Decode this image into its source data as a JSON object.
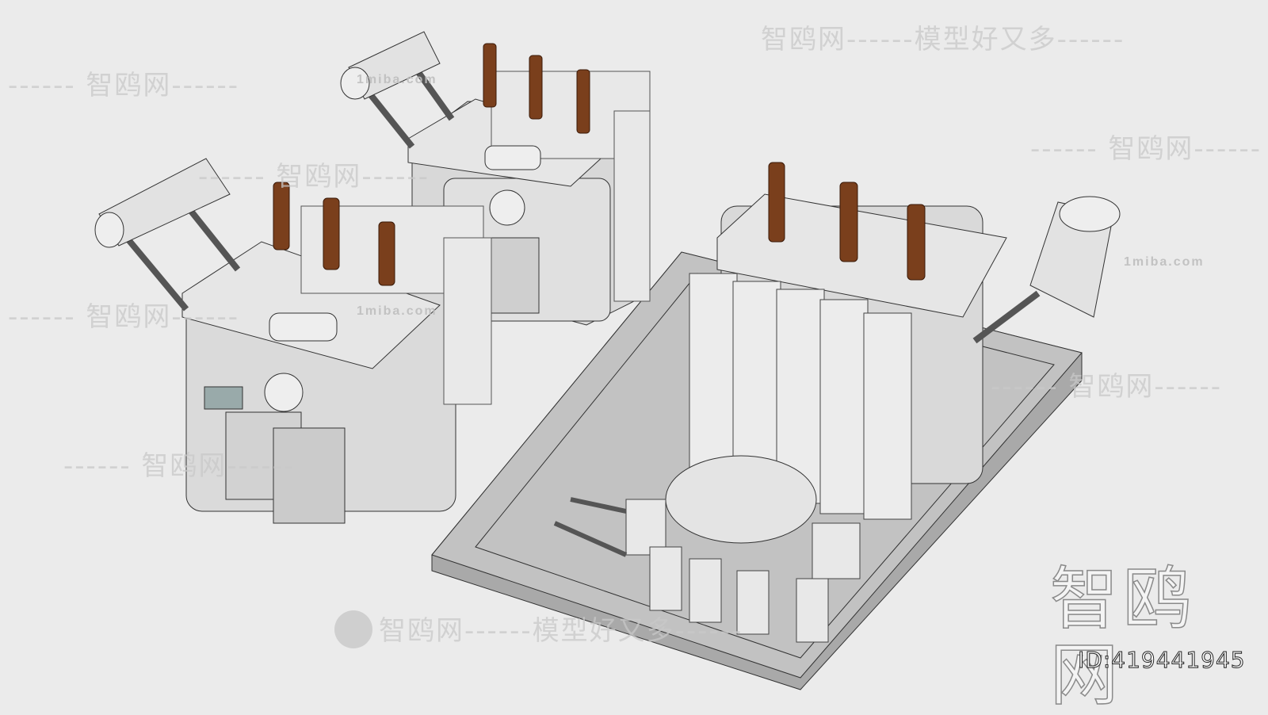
{
  "watermarks": {
    "slogan": "智鸥网------模型好又多------",
    "brand": "智鸥网",
    "site": "1miba.com",
    "brand_dash": "------ 智鸥网------"
  },
  "logo": {
    "brand": "智鸥网",
    "id": "ID:419441945"
  },
  "colors": {
    "background": "#ebebeb",
    "tank": "#dcdcdc",
    "insulator": "#7a3f1c",
    "base_plate": "#bdbdbd"
  }
}
